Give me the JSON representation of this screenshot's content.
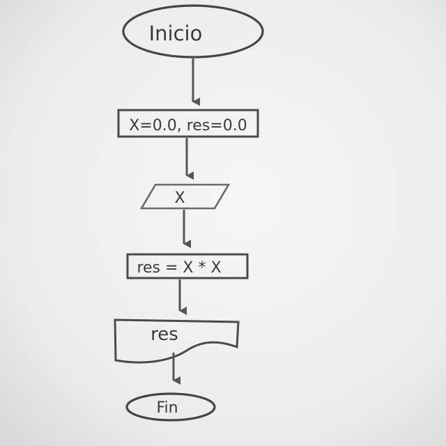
{
  "diagram": {
    "type": "flowchart",
    "nodes": [
      {
        "id": "start",
        "shape": "terminal",
        "text": "Inicio"
      },
      {
        "id": "init",
        "shape": "process",
        "text": "X=0.0, res=0.0"
      },
      {
        "id": "input",
        "shape": "input-output",
        "text": "X"
      },
      {
        "id": "compute",
        "shape": "process",
        "text": "res = X * X"
      },
      {
        "id": "output",
        "shape": "document",
        "text": "res"
      },
      {
        "id": "end",
        "shape": "terminal",
        "text": "Fin"
      }
    ],
    "edges": [
      {
        "from": "start",
        "to": "init"
      },
      {
        "from": "init",
        "to": "input"
      },
      {
        "from": "input",
        "to": "compute"
      },
      {
        "from": "compute",
        "to": "output"
      },
      {
        "from": "output",
        "to": "end"
      }
    ]
  }
}
